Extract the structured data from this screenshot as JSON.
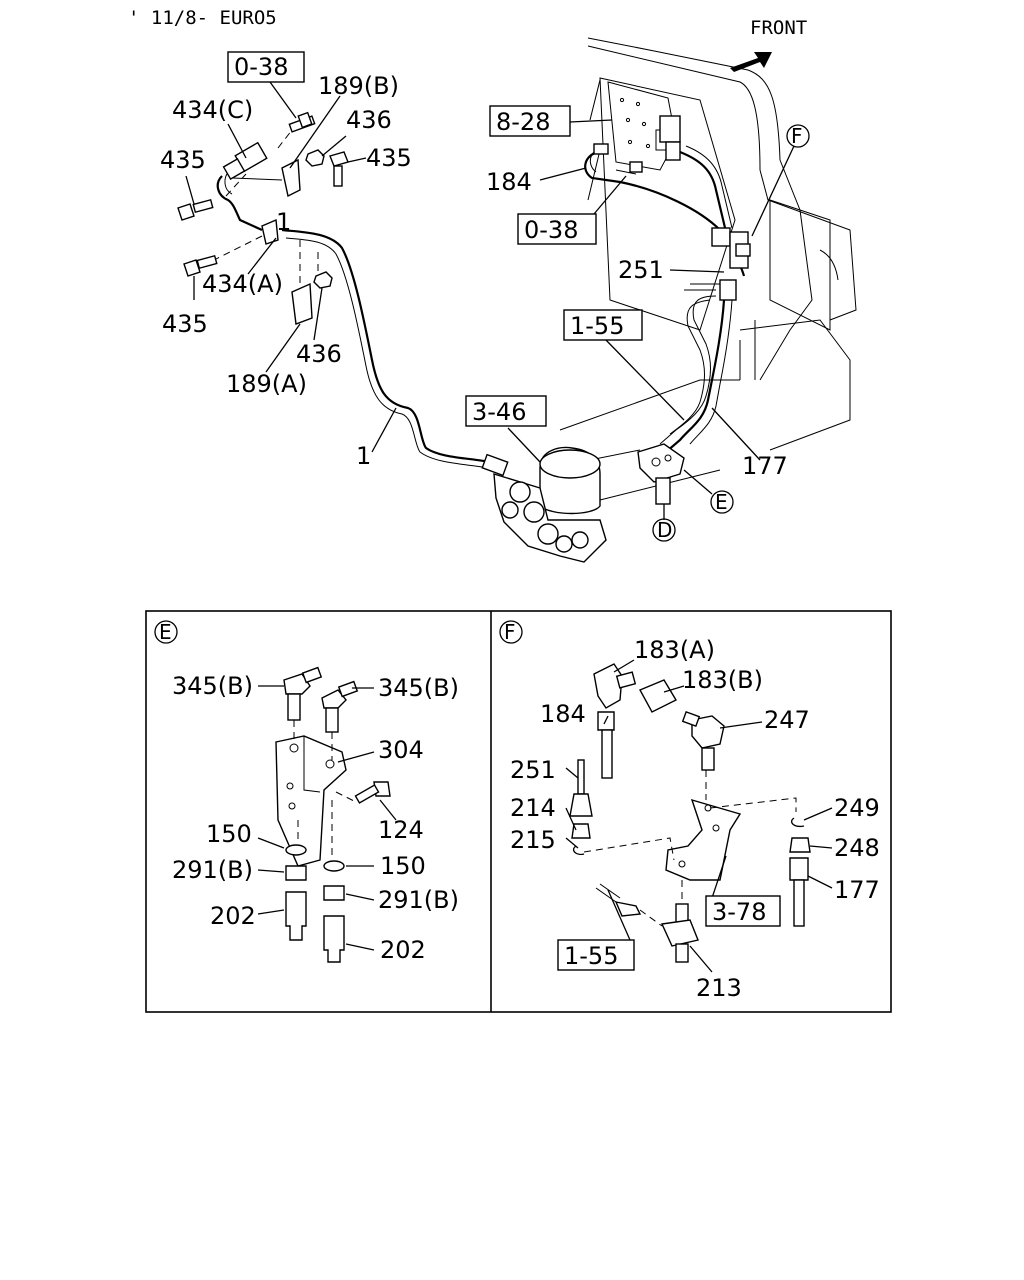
{
  "header": {
    "version": "' 11/8- EURO5"
  },
  "orientation": {
    "front_label": "FRONT"
  },
  "main_callouts": {
    "ref_0_38_top": "0-38",
    "p_189B": "189(B)",
    "p_434C": "434(C)",
    "p_436_top": "436",
    "p_435_right": "435",
    "p_435_left": "435",
    "p_434A": "434(A)",
    "p_435_bottom": "435",
    "p_436_bottom": "436",
    "p_189A": "189(A)",
    "p_1_hose_end": "1",
    "p_1": "1",
    "ref_3_46": "3-46",
    "ref_8_28": "8-28",
    "p_184": "184",
    "ref_0_38_mid": "0-38",
    "p_251": "251",
    "ref_1_55": "1-55",
    "p_177": "177",
    "detail_F": "F",
    "detail_E": "E",
    "detail_D": "D"
  },
  "panel_E": {
    "letter": "E",
    "p_345B_left": "345(B)",
    "p_345B_right": "345(B)",
    "p_304": "304",
    "p_124": "124",
    "p_150_left": "150",
    "p_150_right": "150",
    "p_291B_left": "291(B)",
    "p_291B_right": "291(B)",
    "p_202_left": "202",
    "p_202_right": "202"
  },
  "panel_F": {
    "letter": "F",
    "p_183A": "183(A)",
    "p_183B": "183(B)",
    "p_184": "184",
    "p_247": "247",
    "p_251": "251",
    "p_214": "214",
    "p_215": "215",
    "p_249": "249",
    "p_248": "248",
    "p_177": "177",
    "ref_3_78": "3-78",
    "ref_1_55": "1-55",
    "p_213": "213"
  }
}
